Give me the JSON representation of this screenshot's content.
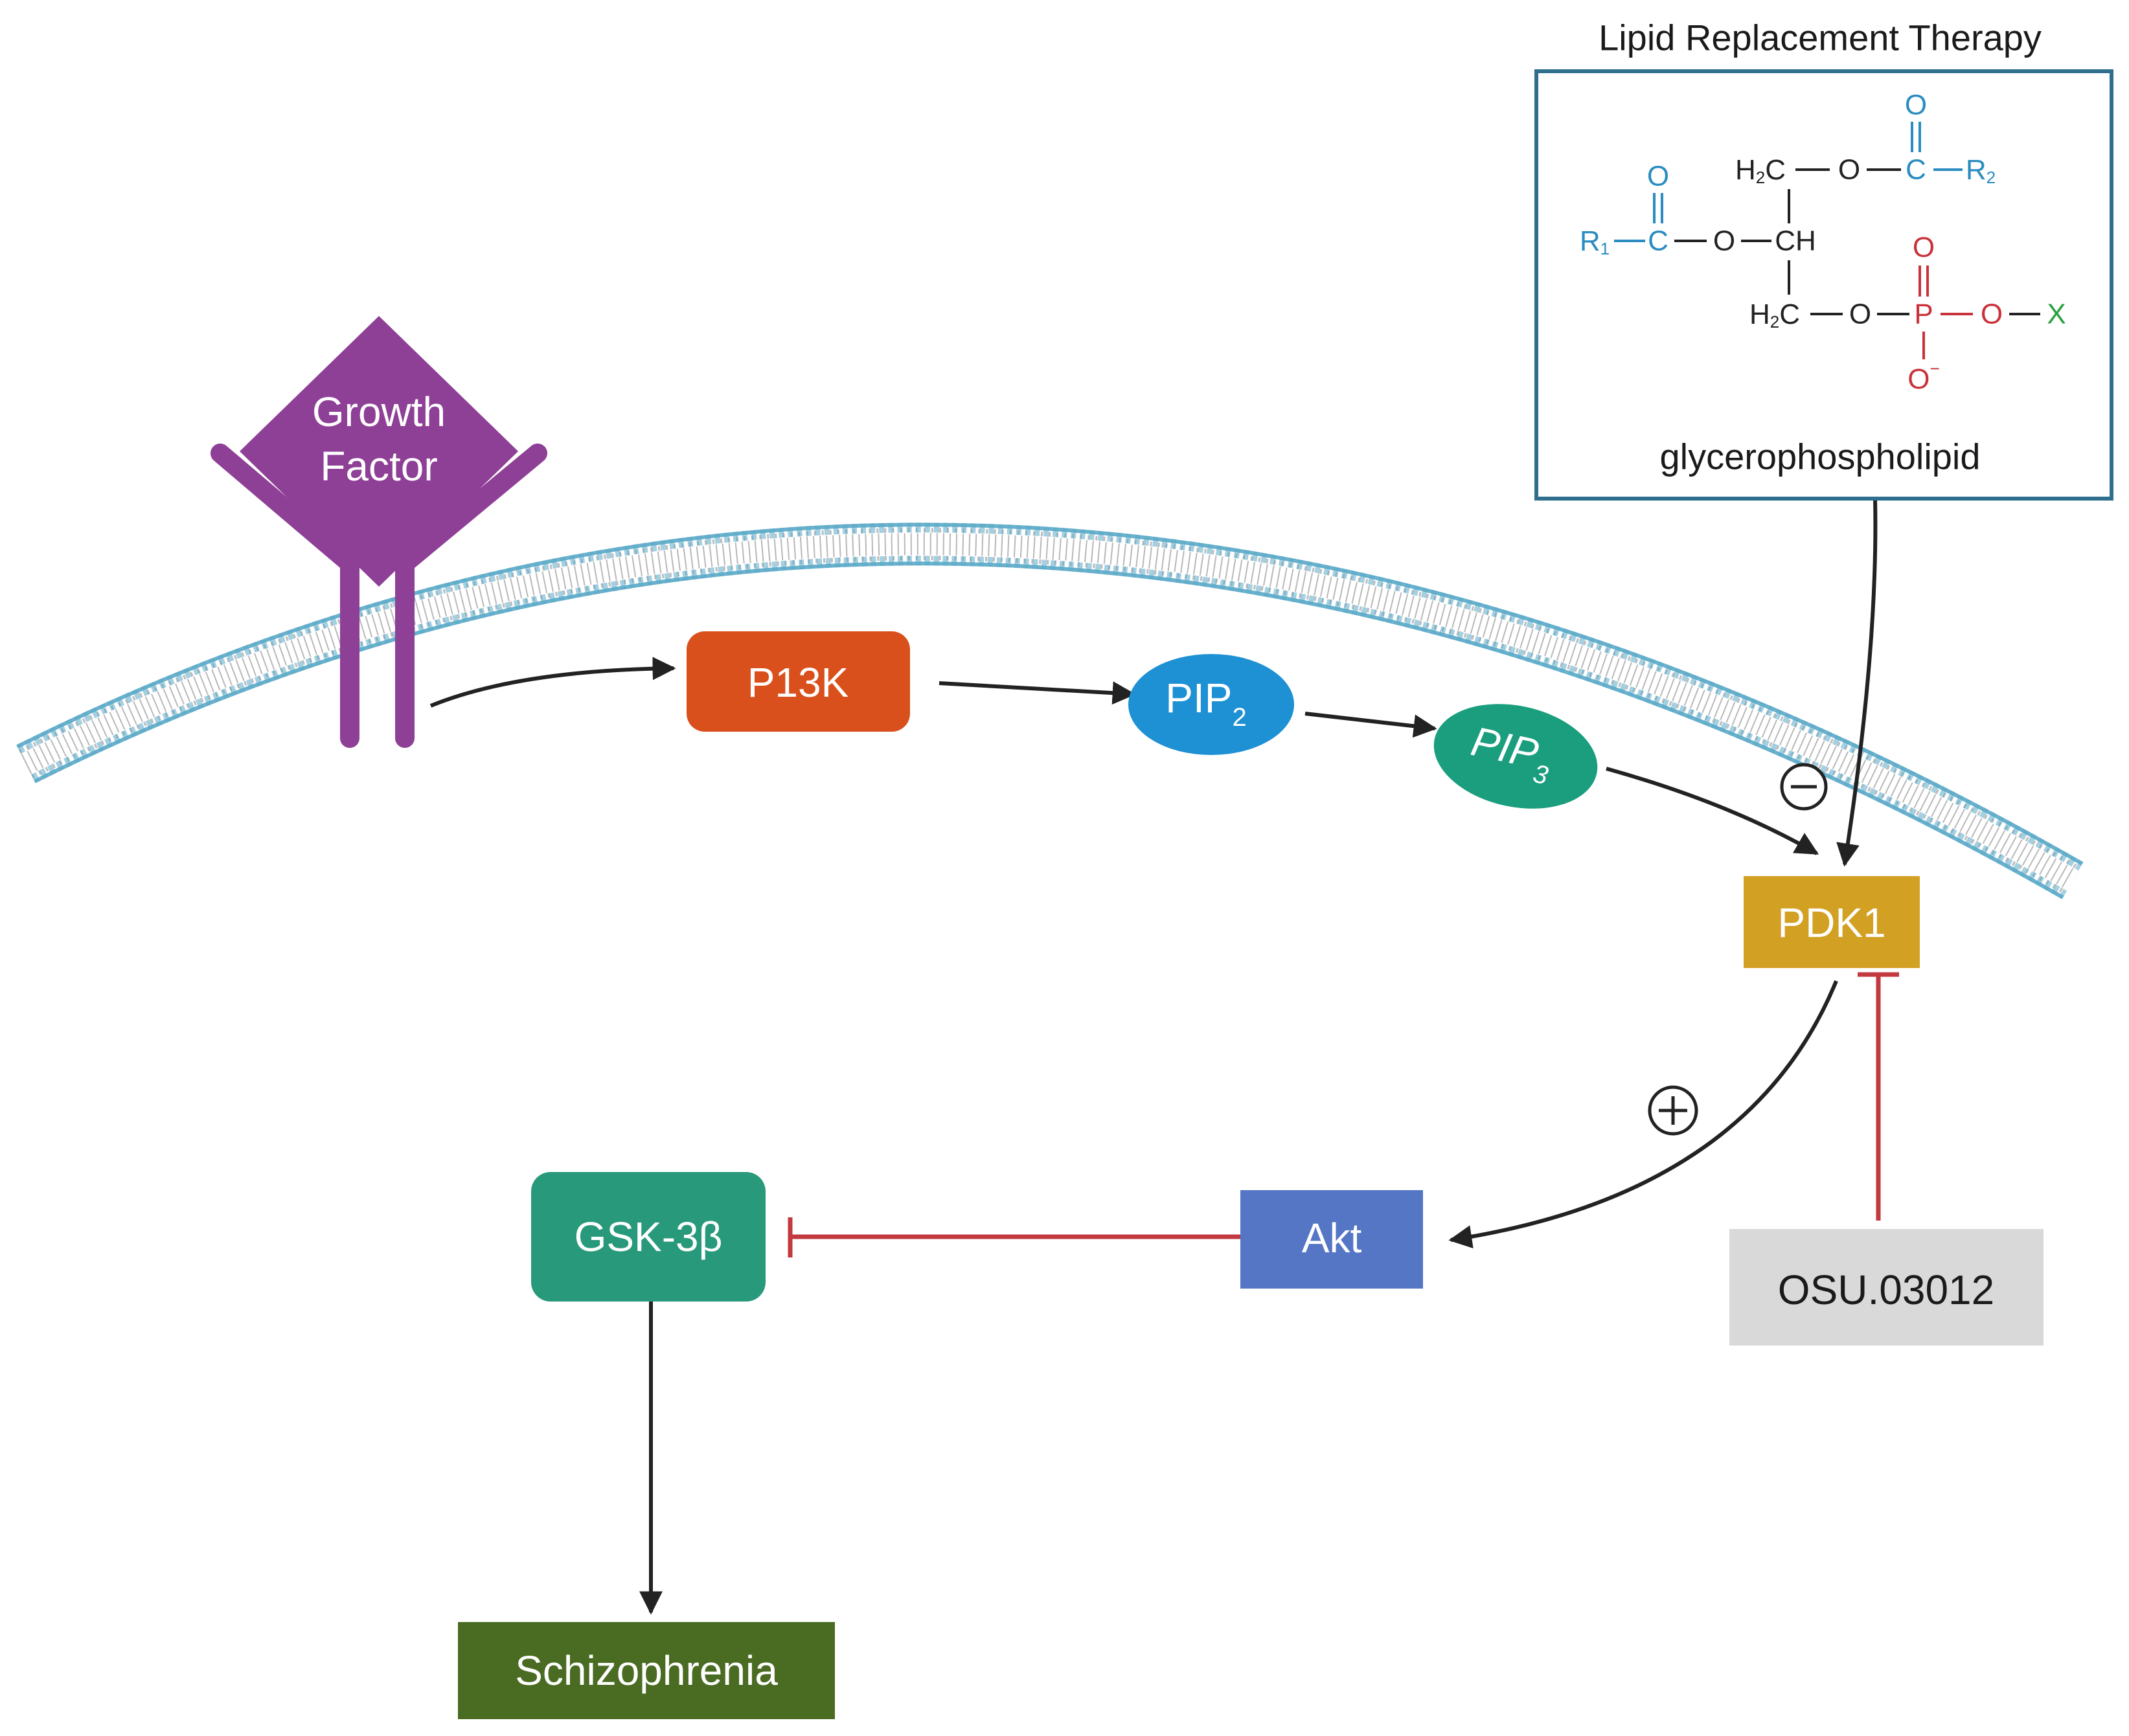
{
  "colors": {
    "membrane": "#5aa9c8",
    "arrow": "#222222",
    "inhibit": "#c23a40",
    "growth_factor": "#8e3f96",
    "p13k": "#d9501c",
    "pip2": "#1e90d4",
    "pip3": "#1a9e7e",
    "pdk1": "#d2a022",
    "akt": "#5575c5",
    "gsk3b": "#28997a",
    "schizophrenia": "#4a6b22",
    "osu": "#d9d9d9",
    "lipid_box_border": "#2e6e8e",
    "chem_blue": "#2a8cc0",
    "chem_red": "#c9323a",
    "chem_green": "#2aa040",
    "chem_black": "#222222"
  },
  "growth_factor": {
    "line1": "Growth",
    "line2": "Factor"
  },
  "nodes": {
    "p13k": "P13K",
    "pip2": {
      "base": "PIP",
      "sub": "2"
    },
    "pip3": {
      "base": "PIP",
      "sub": "3"
    },
    "pdk1": "PDK1",
    "akt": "Akt",
    "gsk3b": "GSK-3β",
    "schizophrenia": "Schizophrenia",
    "osu": "OSU.03012"
  },
  "signs": {
    "minus": "−",
    "plus": "+"
  },
  "lipid_panel": {
    "title": "Lipid Replacement Therapy",
    "caption": "glycerophospholipid",
    "atoms": {
      "o": "O",
      "c": "C",
      "r1": "R",
      "r1_sub": "1",
      "r2": "R",
      "r2_sub": "2",
      "h2c": "H",
      "h2c_sub": "2",
      "h2c_c": "C",
      "ch": "CH",
      "p": "P",
      "o_minus": "O",
      "minus_sup": "−",
      "x": "X"
    }
  }
}
